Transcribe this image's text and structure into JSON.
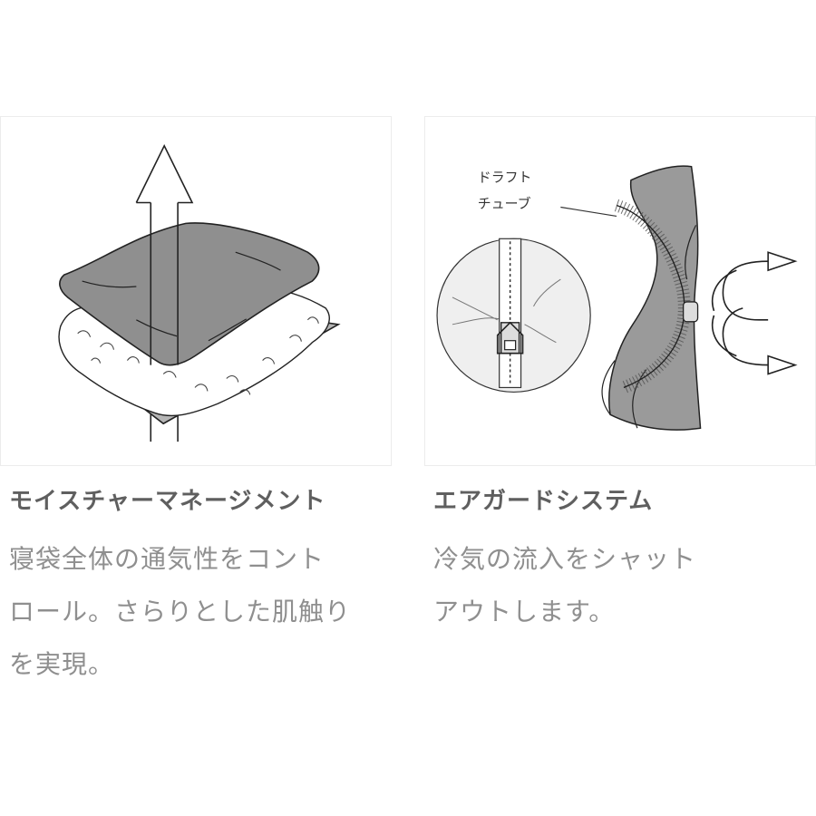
{
  "features": [
    {
      "title": "モイスチャーマネージメント",
      "lines": [
        "寝袋全体の通気性をコント",
        "ロール。さらりとした肌触り",
        "を実現。"
      ]
    },
    {
      "title": "エアガードシステム",
      "lines": [
        "冷気の流入をシャット",
        "アウトします。"
      ]
    }
  ],
  "illustration": {
    "callout_line1": "ドラフト",
    "callout_line2": "チューブ"
  },
  "colors": {
    "title": "#5f5f5f",
    "text": "#8f8f8f",
    "fabric": "#8f8f8f",
    "border": "#ececec"
  }
}
